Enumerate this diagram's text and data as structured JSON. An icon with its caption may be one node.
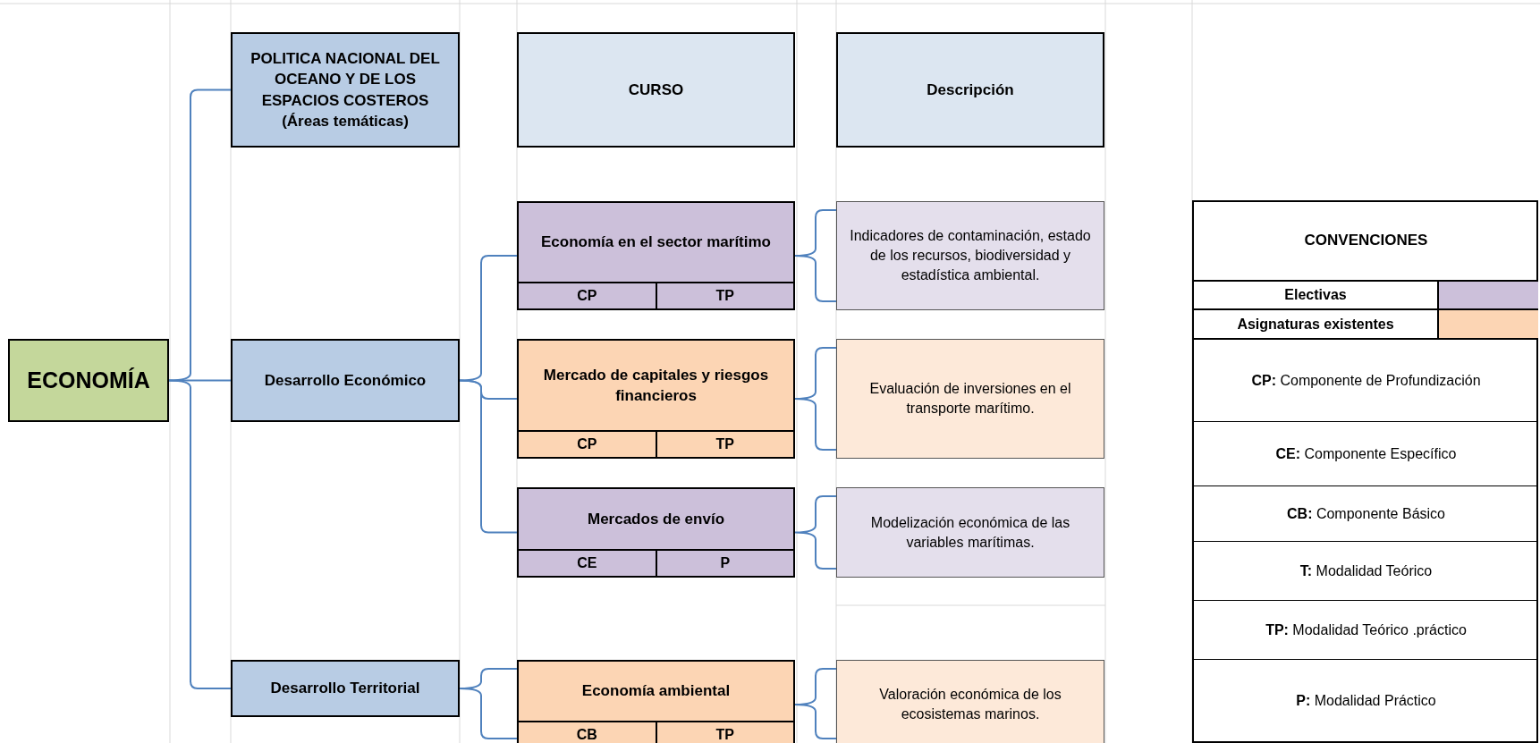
{
  "diagram": {
    "nodes": [
      {
        "text": [
          "ECONOMÍA"
        ]
      },
      {
        "text": [
          "POLITICA NACIONAL DEL OCEANO Y DE LOS ESPACIOS COSTEROS",
          "(Áreas temáticas)"
        ]
      },
      {
        "text": [
          "Desarrollo Económico"
        ]
      },
      {
        "text": [
          "Desarrollo Territorial"
        ]
      },
      {
        "text": [
          "CURSO"
        ]
      },
      {
        "text": [
          "Descripción"
        ]
      },
      {
        "text": [
          "Economía en el sector marítimo",
          "CP",
          "TP"
        ]
      },
      {
        "text": [
          "Indicadores de contaminación, estado de los recursos, biodiversidad y estadística ambiental."
        ]
      },
      {
        "text": [
          "Mercado de capitales y riesgos financieros",
          "CP",
          "TP"
        ]
      },
      {
        "text": [
          "Evaluación de inversiones en el transporte marítimo."
        ]
      },
      {
        "text": [
          "Mercados de envío",
          "CE",
          "P"
        ]
      },
      {
        "text": [
          "Modelización económica de las variables marítimas."
        ]
      },
      {
        "text": [
          "Economía ambiental",
          "CB",
          "TP"
        ]
      },
      {
        "text": [
          "Valoración económica de los ecosistemas marinos."
        ]
      }
    ],
    "edges": [
      {
        "from": 0,
        "to": 1,
        "arrow": "none"
      },
      {
        "from": 0,
        "to": 2,
        "arrow": "none"
      },
      {
        "from": 0,
        "to": 3,
        "arrow": "none"
      },
      {
        "from": 2,
        "to": 6,
        "arrow": "none"
      },
      {
        "from": 2,
        "to": 8,
        "arrow": "none"
      },
      {
        "from": 2,
        "to": 10,
        "arrow": "none"
      },
      {
        "from": 3,
        "to": 12,
        "arrow": "none"
      },
      {
        "from": 6,
        "to": 7,
        "arrow": "none"
      },
      {
        "from": 8,
        "to": 9,
        "arrow": "none"
      },
      {
        "from": 10,
        "to": 11,
        "arrow": "none"
      },
      {
        "from": 12,
        "to": 13,
        "arrow": "none"
      }
    ],
    "labels": [
      "CONVENCIONES",
      "**CP:** Componente de Profundización",
      "**CE:** Componente Específico",
      "**CB:** Componente Básico",
      "**T:** Modalidad Teórico",
      "**TP:** Modalidad Teórico .práctico",
      "**P:** Modalidad Práctico"
    ],
    "legend": [
      {
        "text": "Electivas",
        "color": "#ccc0da"
      },
      {
        "text": "Asignaturas existentes",
        "color": "#fcd5b4"
      }
    ]
  }
}
